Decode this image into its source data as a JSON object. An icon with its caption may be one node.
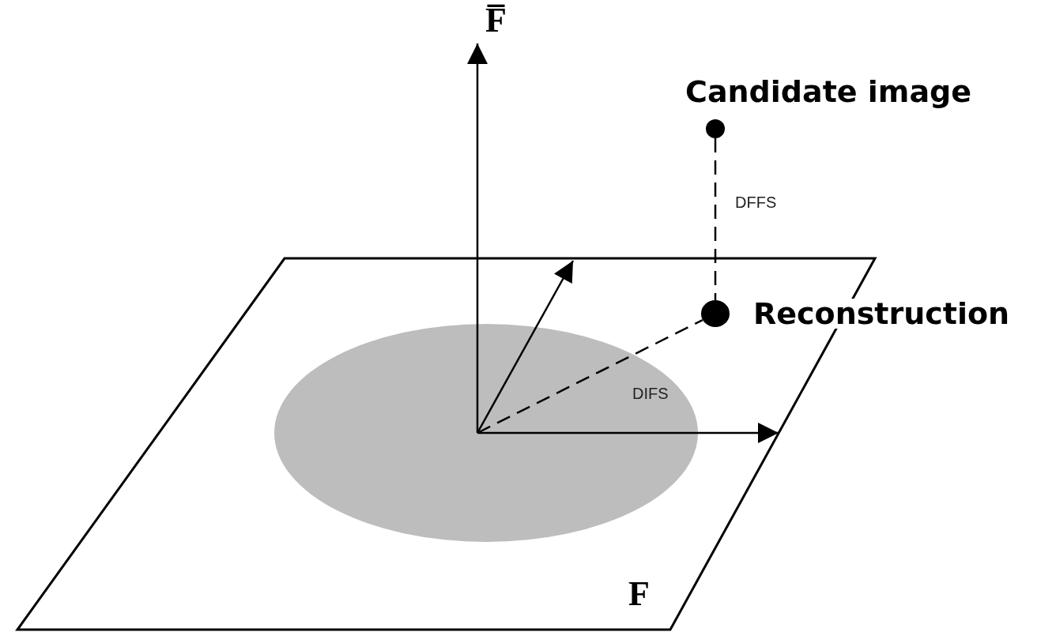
{
  "diagram": {
    "nodes": [
      {
        "text": [
          "Candidate image"
        ]
      },
      {
        "text": [
          "Reconstruction"
        ]
      }
    ],
    "edges": [
      {
        "from": 0,
        "to": 1,
        "arrow": "none",
        "style": "dashed",
        "label": "DFFS"
      },
      {
        "from": null,
        "to": 1,
        "arrow": "none",
        "style": "dashed",
        "label": "DIFS"
      }
    ],
    "labels": [
      "F̅",
      "F"
    ]
  }
}
